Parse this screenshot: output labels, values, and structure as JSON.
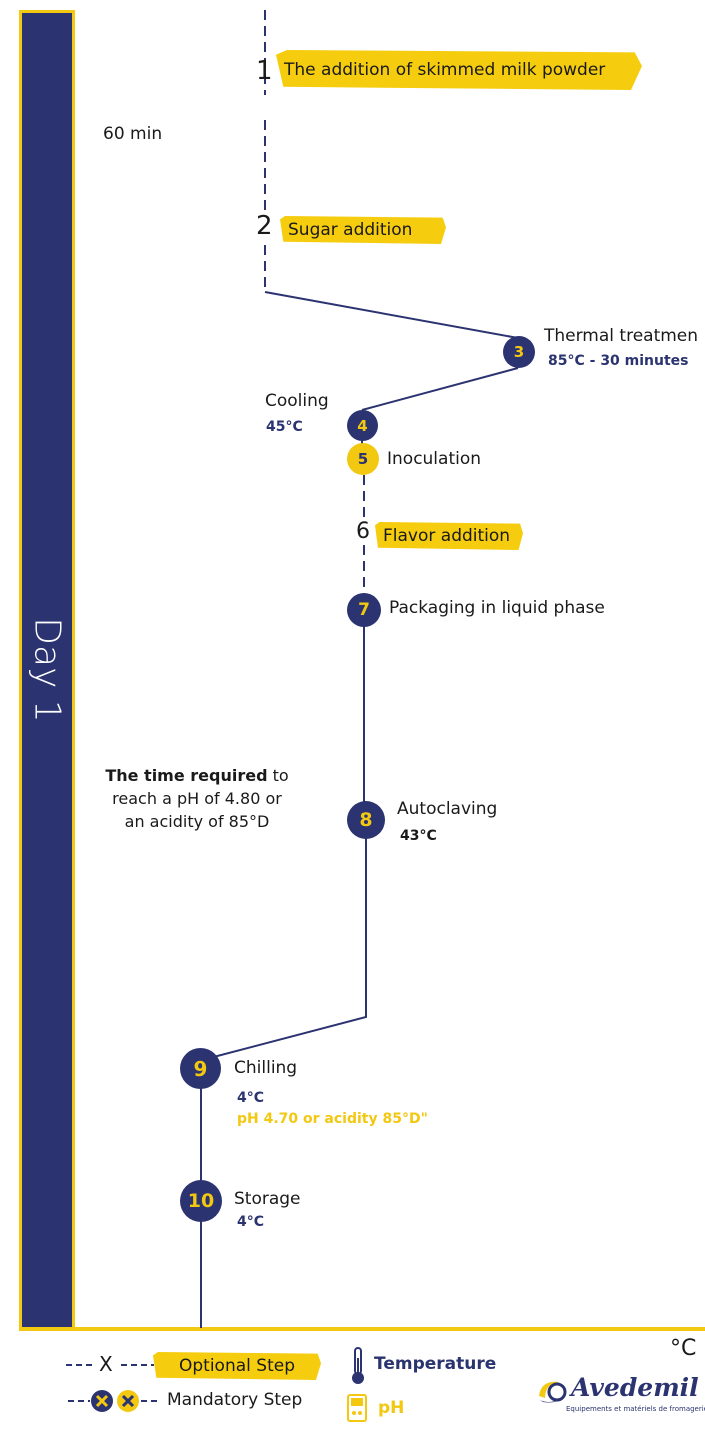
{
  "day": "Day 1",
  "time_note": "60 min",
  "time_required": {
    "bold": "The time required",
    "rest1": " to",
    "line2": "reach a pH of 4.80 or",
    "line3": "an acidity of 85°D"
  },
  "steps": [
    {
      "n": "1",
      "label": "The addition of skimmed milk powder"
    },
    {
      "n": "2",
      "label": "Sugar addition"
    },
    {
      "n": "3",
      "label": "Thermal treatmen",
      "detail": "85°C - 30 minutes"
    },
    {
      "n": "4",
      "label": "Cooling",
      "detail": "45°C"
    },
    {
      "n": "5",
      "label": "Inoculation"
    },
    {
      "n": "6",
      "label": "Flavor addition"
    },
    {
      "n": "7",
      "label": "Packaging in liquid phase"
    },
    {
      "n": "8",
      "label": "Autoclaving",
      "detail": "43°C"
    },
    {
      "n": "9",
      "label": "Chilling",
      "detail": "4°C",
      "detail2": "pH 4.70 or acidity 85°D\""
    },
    {
      "n": "10",
      "label": "Storage",
      "detail": "4°C"
    }
  ],
  "axis_unit": "°C",
  "legend": {
    "optional_prefix": "X",
    "optional": "Optional Step",
    "mandatory": "Mandatory Step",
    "temperature": "Temperature",
    "ph": "pH"
  },
  "brand": {
    "name": "Avedemil",
    "tagline": "Equipements et matériels de fromagerie"
  },
  "colors": {
    "navy": "#2b3370",
    "yellow": "#f2c811"
  }
}
